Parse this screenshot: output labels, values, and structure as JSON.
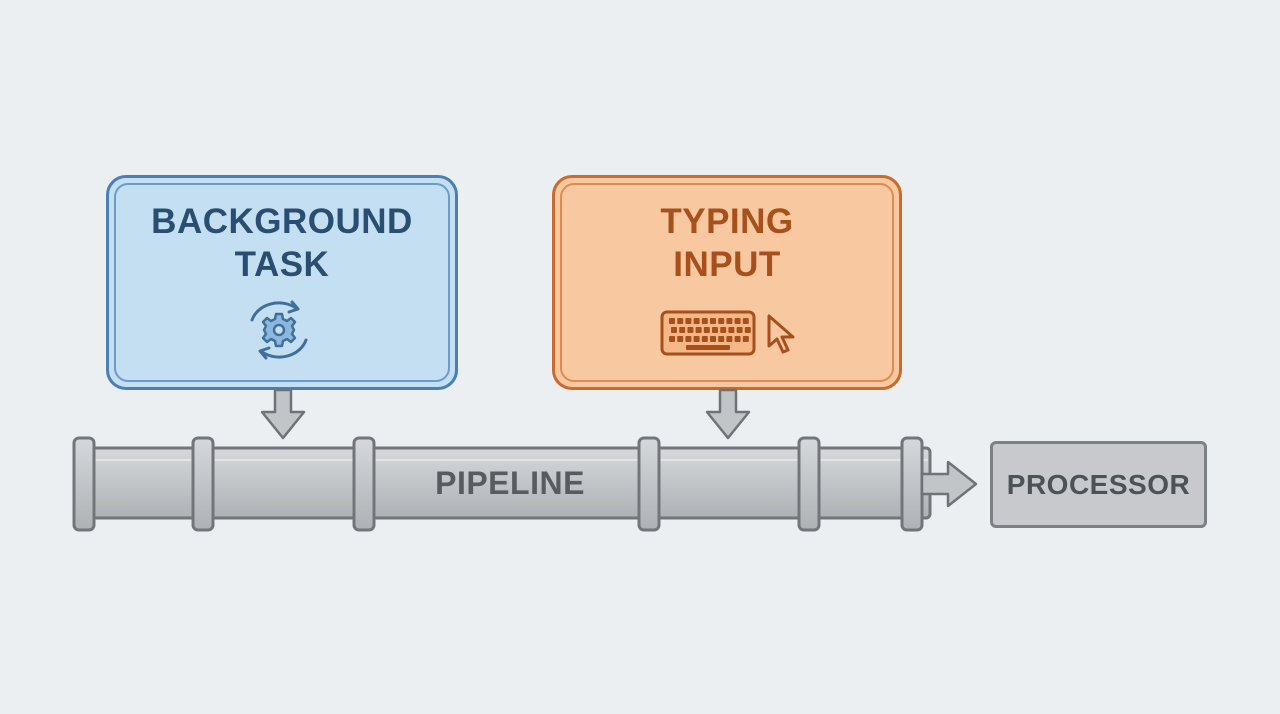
{
  "diagram": {
    "background_task": {
      "title_lines": [
        "BACKGROUND",
        "TASK"
      ],
      "icon": "gear-sync-icon",
      "color": "#c5dff2",
      "border_color": "#4a7fb5",
      "text_color": "#2a4e72"
    },
    "typing_input": {
      "title_lines": [
        "TYPING",
        "INPUT"
      ],
      "icons": [
        "keyboard-icon",
        "cursor-arrow-icon"
      ],
      "color": "#f8c9a0",
      "border_color": "#c96a2f",
      "text_color": "#a8501c"
    },
    "pipeline": {
      "label": "PIPELINE",
      "color": "#c2c5c8"
    },
    "processor": {
      "label": "PROCESSOR",
      "color": "#c7c9cc"
    }
  }
}
